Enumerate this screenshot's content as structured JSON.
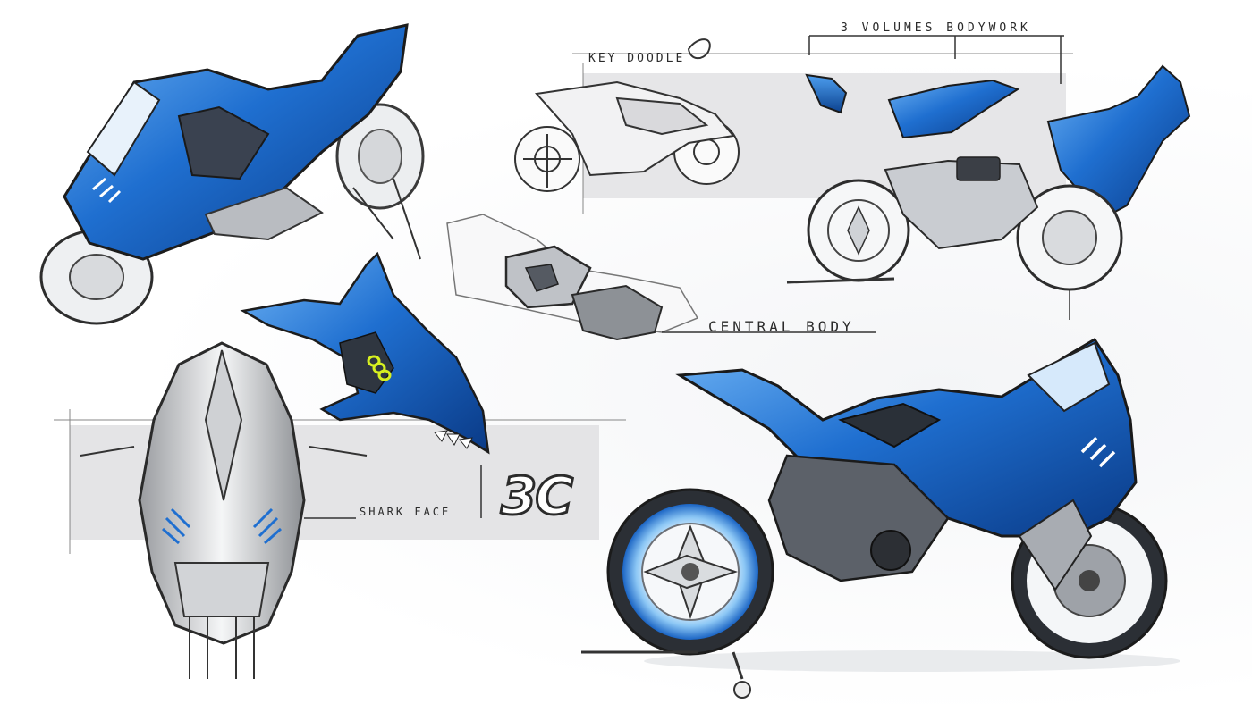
{
  "labels": {
    "key_doodle": "KEY DOODLE",
    "volumes": "3 VOLUMES BODYWORK",
    "central_body": "CENTRAL BODY",
    "shark_face": "SHARK FACE",
    "logo": "3C"
  },
  "colors": {
    "body_blue": "#1f6fd0",
    "body_blue_dark": "#0b3f8f",
    "body_blue_light": "#5aa5f0",
    "pencil": "#2d2d2d",
    "gray_panel": "#e4e4e6",
    "accent_yellow": "#d7f020"
  }
}
